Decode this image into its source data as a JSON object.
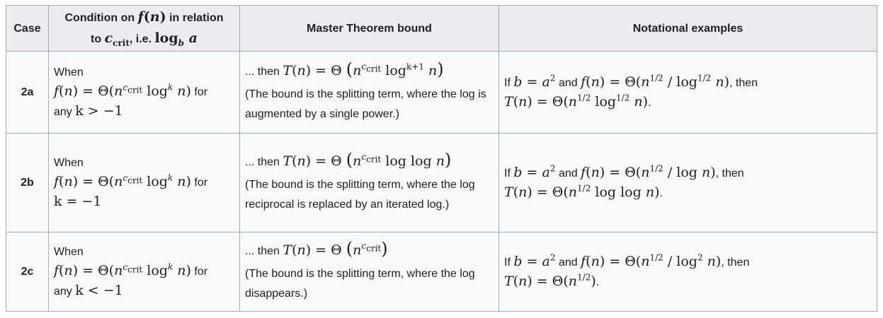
{
  "headers": {
    "case": "Case",
    "condition_prefix": "Condition on",
    "condition_suffix": "in relation",
    "condition_line2_a": "to",
    "condition_line2_b": ", i.e.",
    "bound": "Master Theorem bound",
    "examples": "Notational examples"
  },
  "common": {
    "when": "When",
    "for": "for",
    "then_prefix": "... then",
    "if": "If",
    "and": "and",
    "then": ", then",
    "period": "."
  },
  "rows": [
    {
      "case": "2a",
      "condition_qualifier": "any",
      "condition_k": "k > −1",
      "bound_log_exp": "k+1",
      "explanation": "(The bound is the splitting term, where the log is augmented by a single power.)"
    },
    {
      "case": "2b",
      "condition_qualifier": "",
      "condition_k": "k = −1",
      "explanation": "(The bound is the splitting term, where the log reciprocal is replaced by an iterated log.)"
    },
    {
      "case": "2c",
      "condition_qualifier": "any",
      "condition_k": "k < −1",
      "explanation": "(The bound is the splitting term, where the log disappears.)"
    }
  ]
}
